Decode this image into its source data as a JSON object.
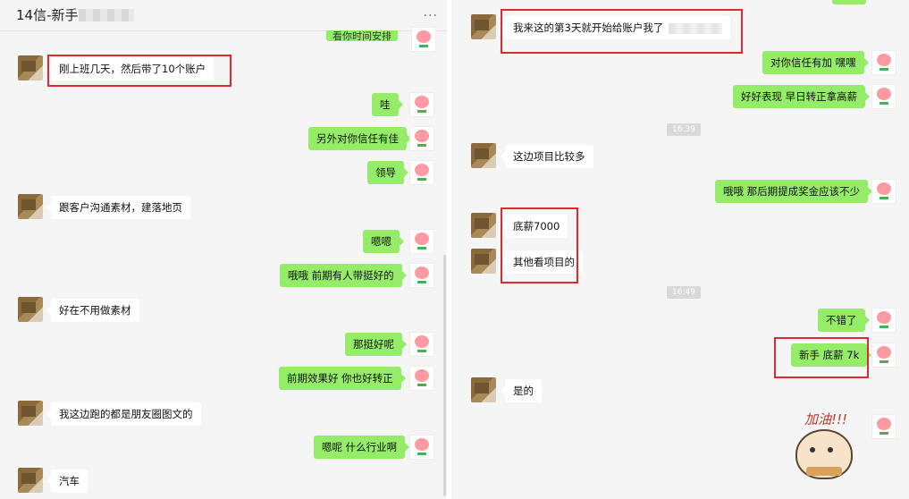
{
  "window": {
    "title": "14信-新手-"
  },
  "left_messages": [
    {
      "side": "in",
      "text": "刚上班几天，然后带了10个账户"
    },
    {
      "side": "out",
      "text": "哇"
    },
    {
      "side": "out",
      "text": "另外对你信任有佳"
    },
    {
      "side": "out",
      "text": "领导"
    },
    {
      "side": "in",
      "text": "跟客户沟通素材，建落地页"
    },
    {
      "side": "out",
      "text": "嗯嗯"
    },
    {
      "side": "out",
      "text": "哦哦 前期有人带挺好的"
    },
    {
      "side": "in",
      "text": "好在不用做素材"
    },
    {
      "side": "out",
      "text": "那挺好呢"
    },
    {
      "side": "out",
      "text": "前期效果好   你也好转正"
    },
    {
      "side": "in",
      "text": "我这边跑的都是朋友圈图文的"
    },
    {
      "side": "out",
      "text": "嗯呢 什么行业啊"
    },
    {
      "side": "in",
      "text": "汽车"
    }
  ],
  "left_partial": "看你时间安排",
  "right_messages": [
    {
      "side": "in",
      "text": "我来这的第3天就开始给账户我了"
    },
    {
      "side": "out",
      "text": "对你信任有加 嘿嘿"
    },
    {
      "side": "out",
      "text": "好好表现  早日转正拿高薪"
    },
    {
      "side": "in",
      "text": "这边项目比较多"
    },
    {
      "side": "out",
      "text": "哦哦 那后期提成奖金应该不少"
    },
    {
      "side": "in",
      "text": "底薪7000"
    },
    {
      "side": "in",
      "text": "其他看项目的"
    },
    {
      "side": "out",
      "text": "不错了"
    },
    {
      "side": "out",
      "text": "新手 底薪 7k"
    },
    {
      "side": "in",
      "text": "是的"
    }
  ],
  "timestamps": [
    "16:39",
    "16:49"
  ],
  "sticker_text": "加油!!!",
  "colors": {
    "outgoing_bubble": "#95ec69",
    "incoming_bubble": "#ffffff",
    "highlight_box": "#e0282e"
  }
}
